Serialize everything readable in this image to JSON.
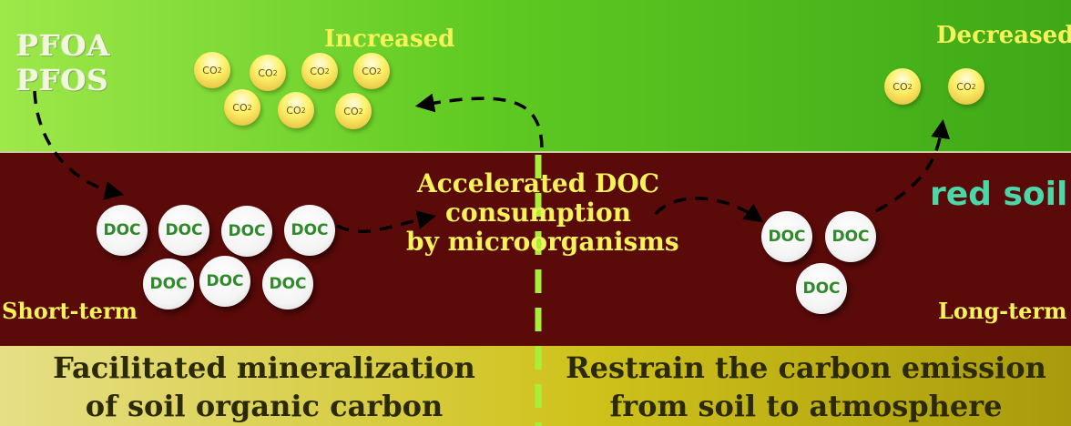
{
  "labels": {
    "pfoa": "PFOA",
    "pfos": "PFOS",
    "increased": "Increased",
    "decreased": "Decreased",
    "red_soil": "red soil",
    "short_term": "Short-term",
    "long_term": "Long-term",
    "center_line1": "Accelerated DOC",
    "center_line2": "consumption",
    "center_line3": "by microorganisms",
    "left_line1": "Facilitated mineralization",
    "left_line2": "of soil organic carbon",
    "right_line1": "Restrain the carbon emission",
    "right_line2": "from soil to atmosphere"
  },
  "co2_label": "CO",
  "co2_subscript": "2",
  "doc_label": "DOC",
  "colors": {
    "sky_green": "#5fca22",
    "soil": "#5a0a09",
    "bottom_band": "#cfc21b",
    "label_yellow": "#f6f25a",
    "red_soil_text": "#4bd8a8",
    "divider": "#a8ef3a"
  }
}
